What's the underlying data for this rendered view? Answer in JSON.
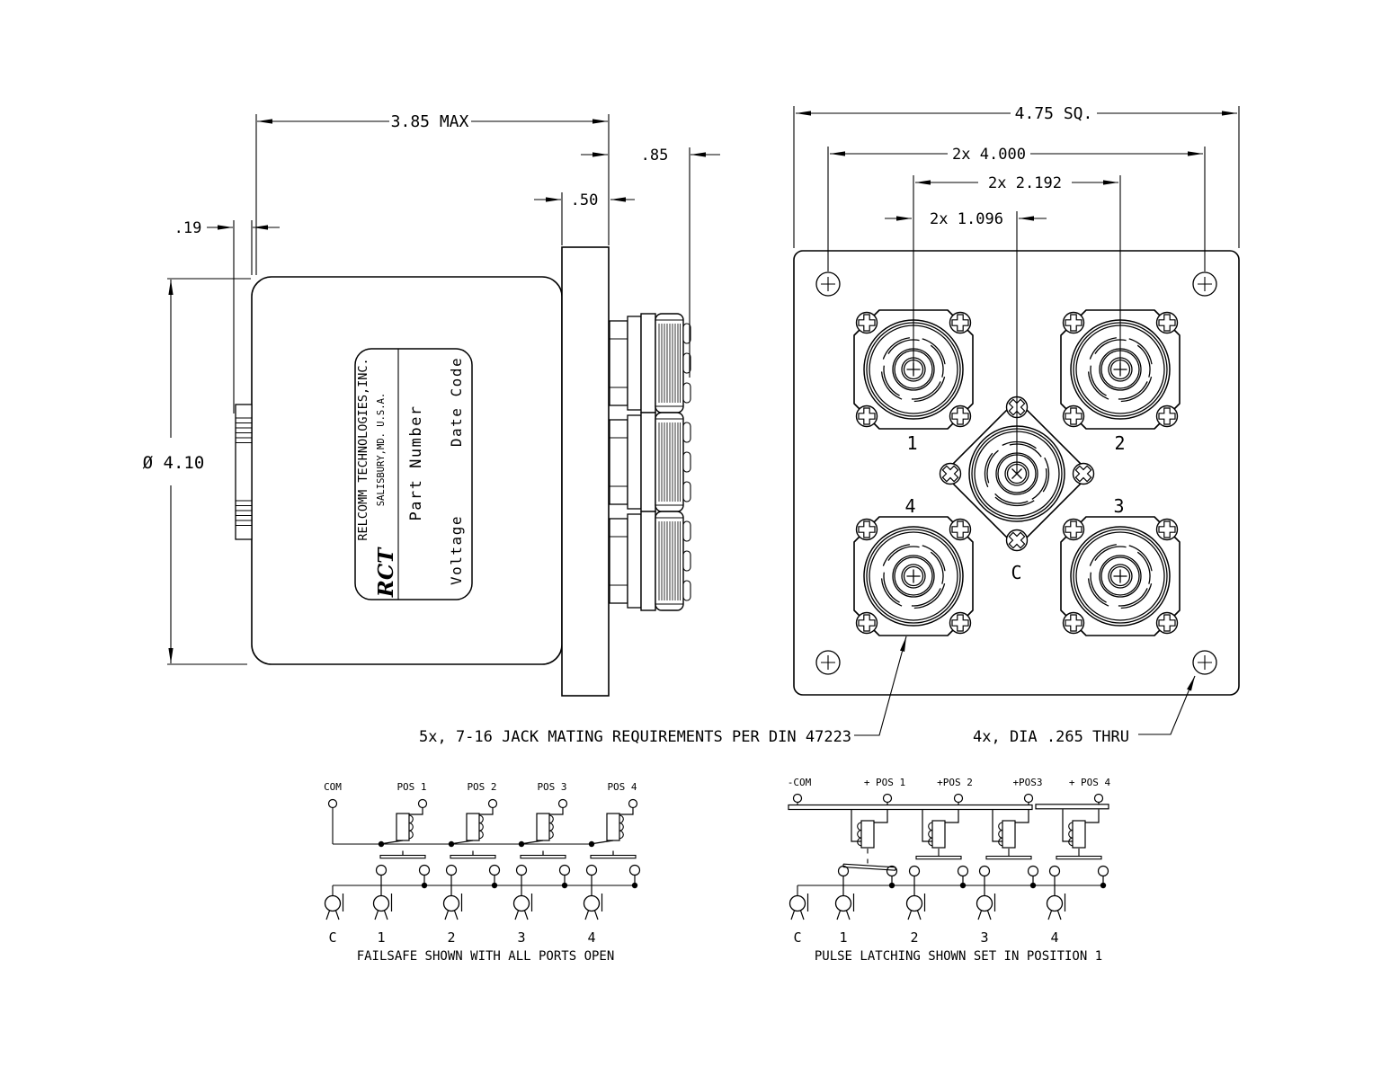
{
  "side_view": {
    "dims": {
      "width": "3.85 MAX",
      "tip": ".85",
      "flange": ".50",
      "offset": ".19",
      "diameter": "Ø 4.10"
    },
    "label": {
      "company": "RELCOMM TECHNOLOGIES,INC.",
      "address": "SALISBURY,MD. U.S.A.",
      "logo": "RCT",
      "part_number": "Part Number",
      "voltage": "Voltage",
      "date_code": "Date Code"
    }
  },
  "front_view": {
    "dims": {
      "square": "4.75 SQ.",
      "mount_holes": "2x 4.000",
      "port_spacing": "2x 2.192",
      "port_offset": "2x 1.096"
    },
    "ports": {
      "p1": "1",
      "p2": "2",
      "p3": "3",
      "p4": "4",
      "common": "C"
    }
  },
  "notes": {
    "jacks": "5x, 7-16 JACK MATING REQUIREMENTS PER DIN 47223",
    "mount_holes": "4x, DIA .265 THRU"
  },
  "failsafe": {
    "terminals": [
      "COM",
      "POS 1",
      "POS 2",
      "POS 3",
      "POS 4"
    ],
    "ports": [
      "C",
      "1",
      "2",
      "3",
      "4"
    ],
    "caption": "FAILSAFE SHOWN WITH ALL PORTS OPEN"
  },
  "latching": {
    "terminals": [
      "-COM",
      "+ POS 1",
      "+POS 2",
      "+POS3",
      "+ POS 4"
    ],
    "ports": [
      "C",
      "1",
      "2",
      "3",
      "4"
    ],
    "caption": "PULSE LATCHING SHOWN SET IN POSITION 1"
  }
}
